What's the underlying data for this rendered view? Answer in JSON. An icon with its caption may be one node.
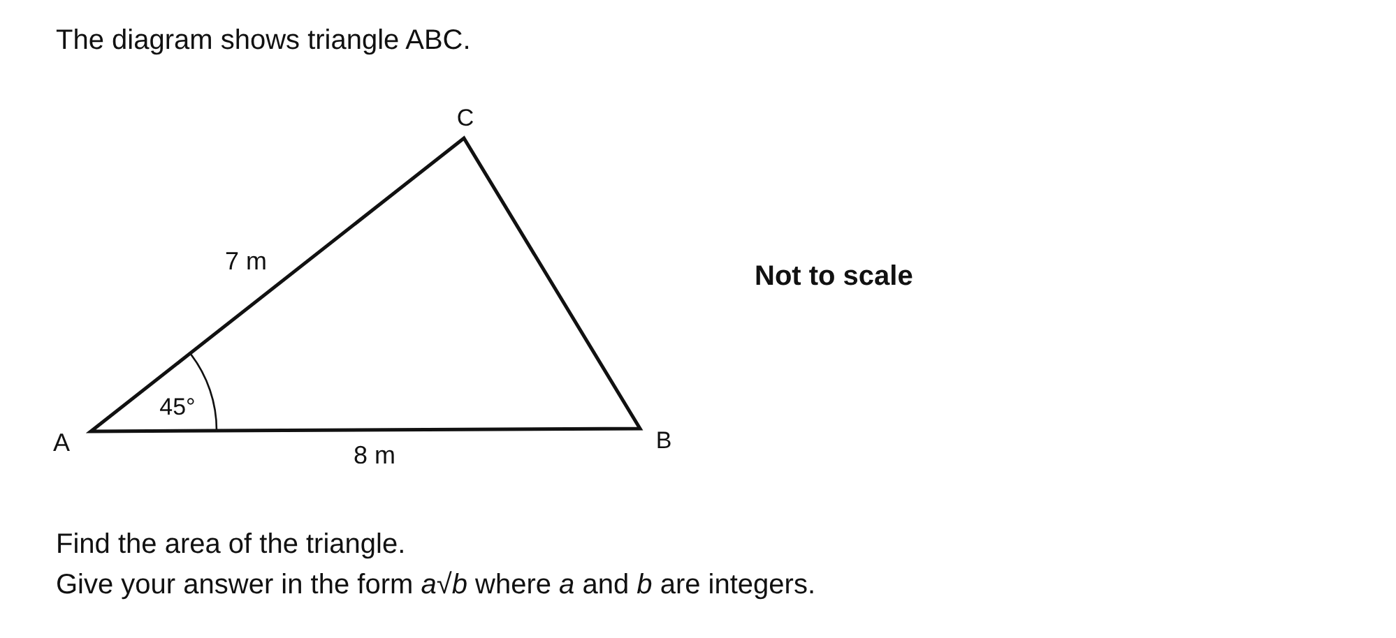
{
  "diagram": {
    "labels": [
      "The diagram shows triangle ABC.",
      "C",
      "7 m",
      "Not to scale",
      "45°",
      "A",
      "B",
      "8 m",
      "Find the area of the triangle.",
      "Give your answer in the form *a*√*b* where *a* and *b* are integers."
    ]
  }
}
